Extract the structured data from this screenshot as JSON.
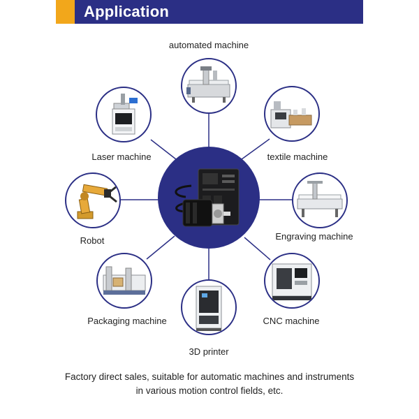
{
  "header": {
    "title": "Application"
  },
  "hub": {
    "icon": "servo-motor-driver-icon"
  },
  "nodes": [
    {
      "id": "automated",
      "label": "automated machine",
      "icon": "automated-machine-icon"
    },
    {
      "id": "laser",
      "label": "Laser machine",
      "icon": "laser-machine-icon"
    },
    {
      "id": "textile",
      "label": "textile machine",
      "icon": "textile-machine-icon"
    },
    {
      "id": "robot",
      "label": "Robot",
      "icon": "robot-arm-icon"
    },
    {
      "id": "engraving",
      "label": "Engraving machine",
      "icon": "engraving-machine-icon"
    },
    {
      "id": "packaging",
      "label": "Packaging machine",
      "icon": "packaging-machine-icon"
    },
    {
      "id": "cnc",
      "label": "CNC machine",
      "icon": "cnc-machine-icon"
    },
    {
      "id": "printer3d",
      "label": "3D printer",
      "icon": "3d-printer-icon"
    }
  ],
  "footer": {
    "line1": "Factory direct sales, suitable for automatic machines and instruments",
    "line2": "in various motion control fields, etc."
  },
  "colors": {
    "primary": "#2b2f85",
    "accent": "#f2a71b"
  }
}
